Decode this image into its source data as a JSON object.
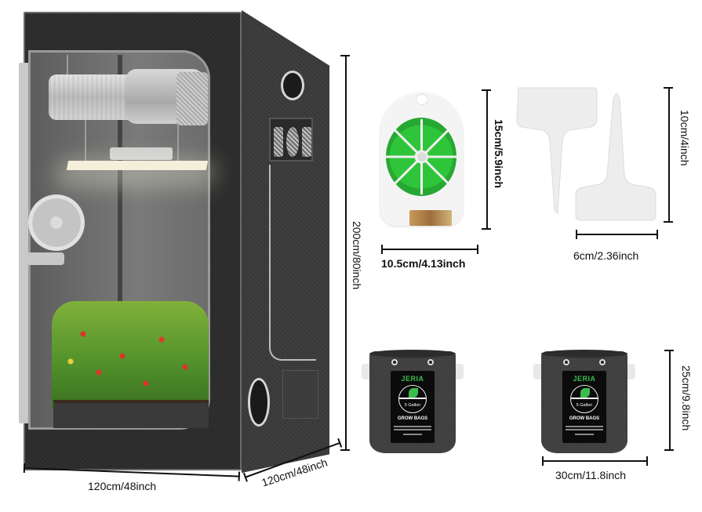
{
  "product_image": {
    "tent": {
      "width_label": "120cm/48inch",
      "depth_label": "120cm/48inch",
      "height_label": "200cm/80inch",
      "colors": {
        "fabric": "#2b2b2b",
        "trim": "#9a9a9a"
      }
    },
    "twist_tie_reel": {
      "height_label": "15cm/5.9inch",
      "width_label": "10.5cm/4.13inch",
      "colors": {
        "tie": "#2fc53a",
        "card": "#f4f4f4"
      }
    },
    "plant_labels": {
      "height_label": "10cm/4inch",
      "width_label": "6cm/2.36inch",
      "colors": {
        "label": "#ededed"
      }
    },
    "grow_bag": {
      "brand": "JERIA",
      "capacity": "5 Gallon",
      "type": "GROW BAGS",
      "height_label": "25cm/9.8inch",
      "width_label": "30cm/11.8inch",
      "colors": {
        "fabric": "#3d3d3d",
        "brand": "#3bbd4c"
      }
    }
  }
}
